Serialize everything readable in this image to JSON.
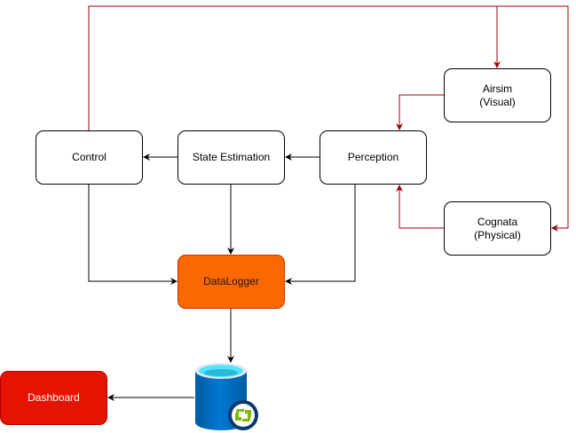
{
  "diagram": {
    "nodes": {
      "control": {
        "label": "Control"
      },
      "state_estimation": {
        "label": "State Estimation"
      },
      "perception": {
        "label": "Perception"
      },
      "airsim": {
        "label": "Airsim\n(Visual)"
      },
      "cognata": {
        "label": "Cognata\n(Physical)"
      },
      "datalogger": {
        "label": "DataLogger"
      },
      "database": {
        "label": "",
        "icon": "database-sync-icon"
      },
      "dashboard": {
        "label": "Dashboard"
      }
    },
    "edges": [
      {
        "from": "Perception",
        "to": "State Estimation",
        "color": "#000000"
      },
      {
        "from": "State Estimation",
        "to": "Control",
        "color": "#000000"
      },
      {
        "from": "Control",
        "to": "DataLogger",
        "color": "#000000"
      },
      {
        "from": "State Estimation",
        "to": "DataLogger",
        "color": "#000000"
      },
      {
        "from": "Perception",
        "to": "DataLogger",
        "color": "#000000"
      },
      {
        "from": "DataLogger",
        "to": "Database",
        "color": "#000000"
      },
      {
        "from": "Database",
        "to": "Dashboard",
        "color": "#000000"
      },
      {
        "from": "Control",
        "to": "Airsim",
        "color": "#990000"
      },
      {
        "from": "Control",
        "to": "Cognata",
        "color": "#990000"
      },
      {
        "from": "Airsim",
        "to": "Perception",
        "color": "#990000"
      },
      {
        "from": "Cognata",
        "to": "Perception",
        "color": "#990000"
      }
    ],
    "colors": {
      "datalogger_fill": "#fa6800",
      "dashboard_fill": "#e51400",
      "feedback_edge": "#990000",
      "data_edge": "#000000",
      "database_blue": "#0072c6",
      "database_top": "#50e6ff",
      "badge_green": "#7fba00"
    }
  }
}
